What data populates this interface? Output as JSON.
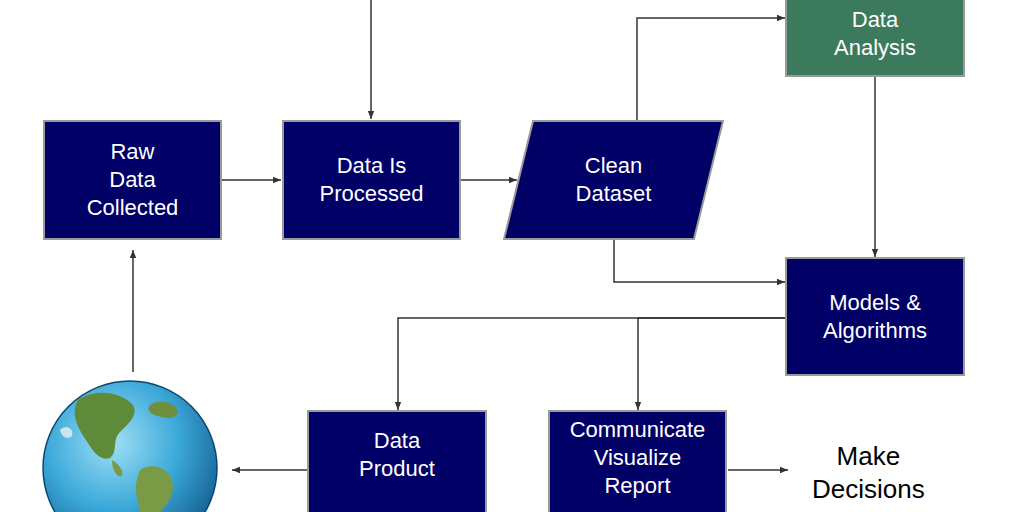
{
  "diagram": {
    "nodes": [
      {
        "text": [
          "Raw Data Collected"
        ]
      },
      {
        "text": [
          "Data Is Processed"
        ]
      },
      {
        "text": [
          "Clean Dataset"
        ]
      },
      {
        "text": [
          "Data Analysis"
        ]
      },
      {
        "text": [
          "Models & Algorithms"
        ]
      },
      {
        "text": [
          "Data Product"
        ]
      },
      {
        "text": [
          "Communicate Visualize Report"
        ]
      }
    ],
    "edges": [
      {
        "from": 0,
        "to": 1,
        "arrow": "to"
      },
      {
        "from": 1,
        "to": 2,
        "arrow": "to"
      },
      {
        "from": 2,
        "to": 3,
        "arrow": "to"
      },
      {
        "from": 2,
        "to": 4,
        "arrow": "to"
      },
      {
        "from": 3,
        "to": 4,
        "arrow": "to"
      },
      {
        "from": 4,
        "to": 5,
        "arrow": "to"
      },
      {
        "from": 4,
        "to": 6,
        "arrow": "to"
      }
    ],
    "labels": [
      "Make Decisions"
    ]
  }
}
